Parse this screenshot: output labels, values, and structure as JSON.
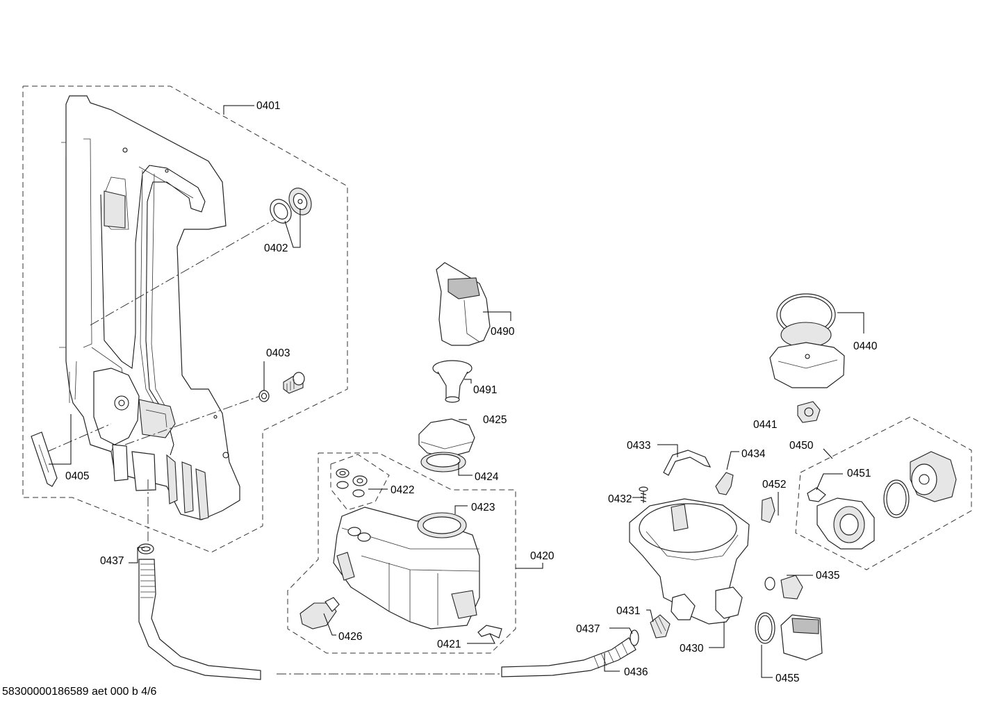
{
  "diagram": {
    "footer": "58300000186589 aet 000 b 4/6",
    "callouts": [
      {
        "id": "0401",
        "text": "0401"
      },
      {
        "id": "0402",
        "text": "0402"
      },
      {
        "id": "0403",
        "text": "0403"
      },
      {
        "id": "0405",
        "text": "0405"
      },
      {
        "id": "0437a",
        "text": "0437"
      },
      {
        "id": "0490",
        "text": "0490"
      },
      {
        "id": "0491",
        "text": "0491"
      },
      {
        "id": "0425",
        "text": "0425"
      },
      {
        "id": "0424",
        "text": "0424"
      },
      {
        "id": "0422",
        "text": "0422"
      },
      {
        "id": "0423",
        "text": "0423"
      },
      {
        "id": "0420",
        "text": "0420"
      },
      {
        "id": "0426",
        "text": "0426"
      },
      {
        "id": "0421",
        "text": "0421"
      },
      {
        "id": "0440",
        "text": "0440"
      },
      {
        "id": "0441",
        "text": "0441"
      },
      {
        "id": "0433",
        "text": "0433"
      },
      {
        "id": "0434",
        "text": "0434"
      },
      {
        "id": "0432",
        "text": "0432"
      },
      {
        "id": "0450",
        "text": "0450"
      },
      {
        "id": "0451",
        "text": "0451"
      },
      {
        "id": "0452",
        "text": "0452"
      },
      {
        "id": "0435",
        "text": "0435"
      },
      {
        "id": "0431",
        "text": "0431"
      },
      {
        "id": "0437b",
        "text": "0437"
      },
      {
        "id": "0430",
        "text": "0430"
      },
      {
        "id": "0436",
        "text": "0436"
      },
      {
        "id": "0455",
        "text": "0455"
      }
    ]
  }
}
